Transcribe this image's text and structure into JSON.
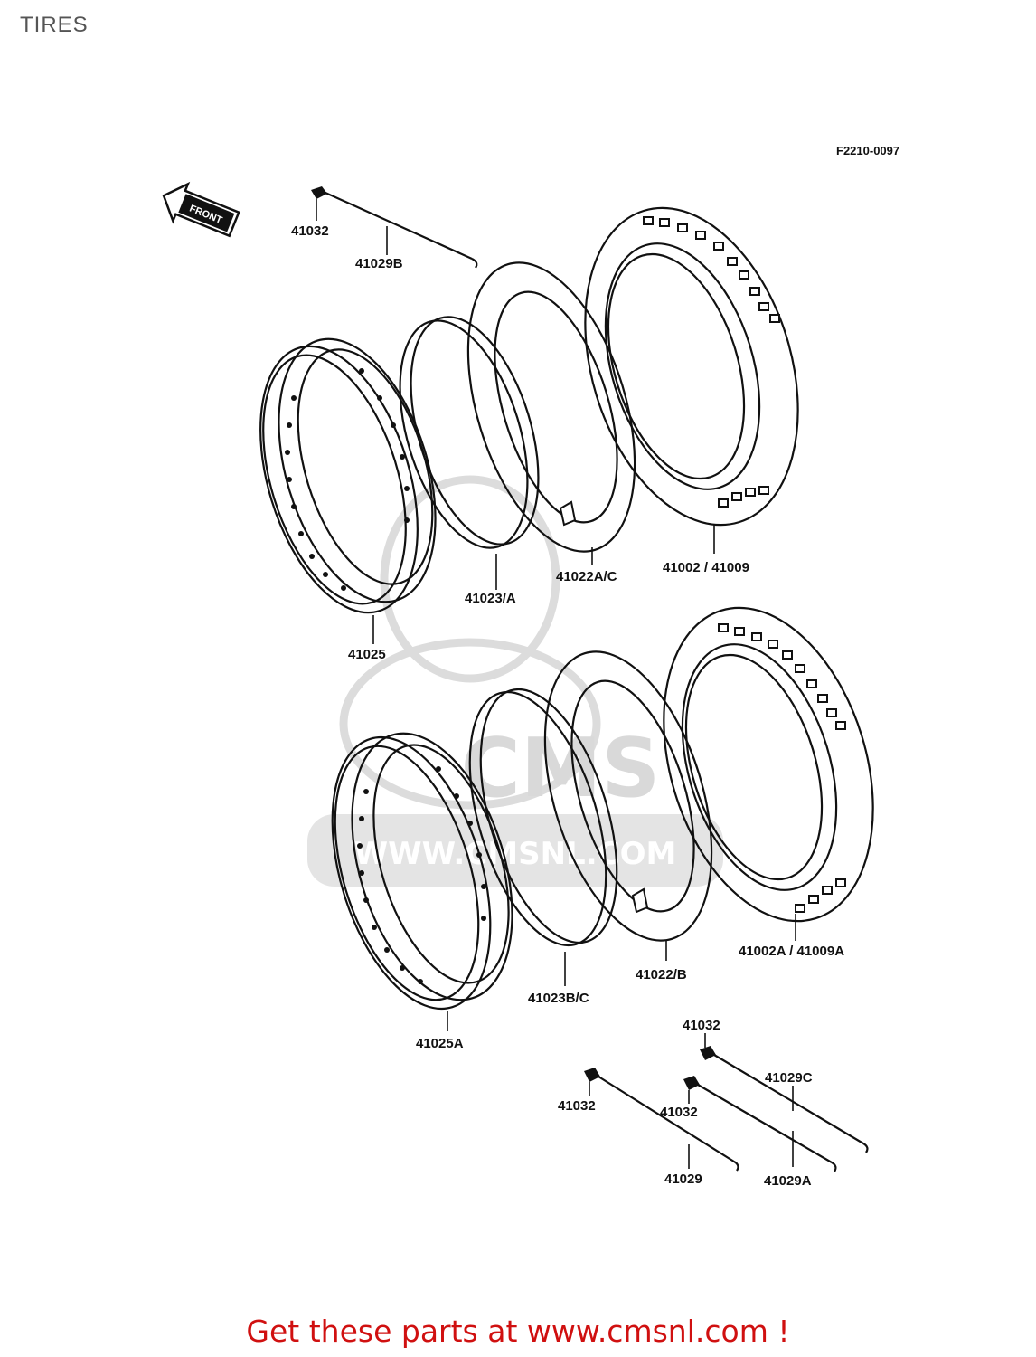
{
  "page": {
    "title": "TIRES"
  },
  "figure": {
    "code": "F2210-0097",
    "arrow_text": "FRONT"
  },
  "watermark": {
    "brand": "CMS",
    "url": "WWW.CMSNL.COM"
  },
  "labels": {
    "p41032_top": "41032",
    "p41029B": "41029B",
    "p41025": "41025",
    "p41023A": "41023/A",
    "p41022AC": "41022A/C",
    "p41002": "41002 / 41009",
    "p41025A": "41025A",
    "p41023BC": "41023B/C",
    "p41022B": "41022/B",
    "p41002A": "41002A / 41009A",
    "p41032_r": "41032",
    "p41029C": "41029C",
    "p41032_l": "41032",
    "p41032_m": "41032",
    "p41029": "41029",
    "p41029A": "41029A"
  },
  "footer": {
    "text": "Get these parts at www.cmsnl.com !",
    "color": "#d01010"
  }
}
